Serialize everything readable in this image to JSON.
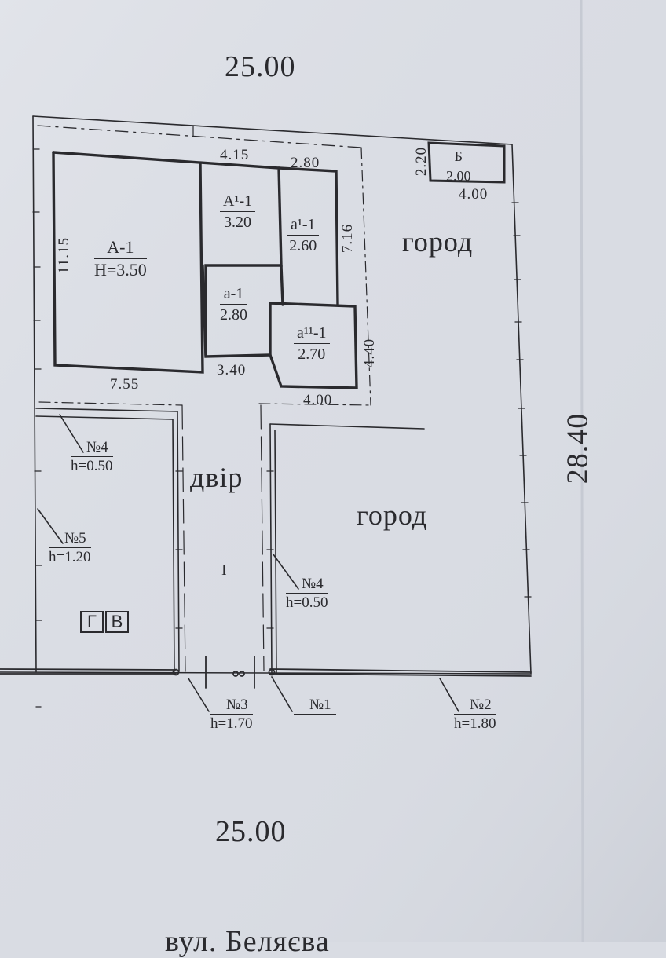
{
  "dimensions": {
    "top_width": "25.00",
    "bottom_width": "25.00",
    "right_length": "28.40",
    "house_left_height": "11.15",
    "house_top_left": "4.15",
    "house_top_right": "2.80",
    "house_right_height": "7.16",
    "house_bottom_left": "7.55",
    "house_bottom_mid": "3.40",
    "annex_bottom": "4.00",
    "annex_right_height": "4.40",
    "shed_b_width": "4.00",
    "shed_b_height": "2.20"
  },
  "rooms": [
    {
      "code": "А-1",
      "value": "Н=3.50"
    },
    {
      "code": "А¹-1",
      "value": "3.20"
    },
    {
      "code": "а¹-1",
      "value": "2.60"
    },
    {
      "code": "а-1",
      "value": "2.80"
    },
    {
      "code": "а¹¹-1",
      "value": "2.70"
    },
    {
      "code": "Б",
      "value": "2.00"
    }
  ],
  "areas": {
    "garden_top": "город",
    "garden_bottom": "город",
    "yard": "двір",
    "yard_number": "I"
  },
  "outbuildings": {
    "g": "Г",
    "v": "В"
  },
  "fences": [
    {
      "no": "№4",
      "h": "h=0.50"
    },
    {
      "no": "№5",
      "h": "h=1.20"
    },
    {
      "no": "№4",
      "h": "h=0.50"
    },
    {
      "no": "№3",
      "h": "h=1.70"
    },
    {
      "no": "№1",
      "h": ""
    },
    {
      "no": "№2",
      "h": "h=1.80"
    }
  ],
  "street_fragment": "вул. Беляєва",
  "colors": {
    "paper": "#d9dce3",
    "ink": "#2a2a2e"
  }
}
